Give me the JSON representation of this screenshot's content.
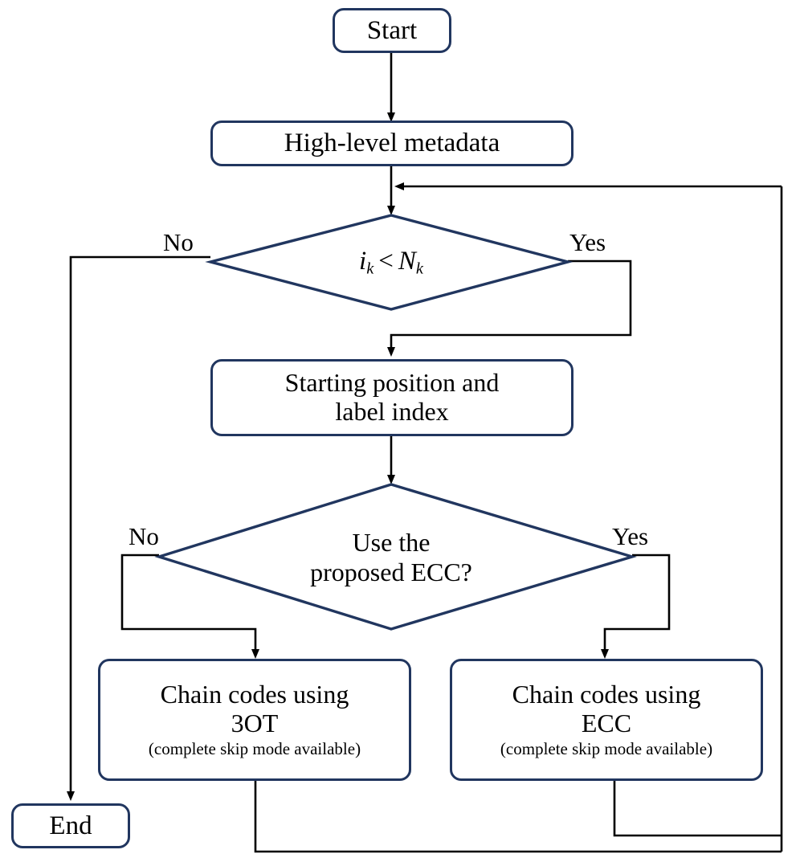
{
  "diagram": {
    "type": "flowchart",
    "title": "Chain code encoding decision flowchart",
    "colors": {
      "node_border": "#21365f",
      "connector": "#000000",
      "background": "#ffffff"
    },
    "nodes": {
      "start": {
        "shape": "rounded-rectangle",
        "label": "Start"
      },
      "metadata": {
        "shape": "rounded-rectangle",
        "label": "High-level metadata"
      },
      "loop_check": {
        "shape": "diamond",
        "math_lhs": "i",
        "math_lhs_sub": "k",
        "math_op": "<",
        "math_rhs": "N",
        "math_rhs_sub": "k",
        "label_plain": "i_k < N_k"
      },
      "starting_position": {
        "shape": "rounded-rectangle",
        "line1": "Starting position and",
        "line2": "label index"
      },
      "ecc_check": {
        "shape": "diamond",
        "line1": "Use the",
        "line2": "proposed ECC?"
      },
      "chain_3ot": {
        "shape": "rounded-rectangle",
        "line1": "Chain codes using",
        "line2": "3OT",
        "note": "(complete skip mode available)"
      },
      "chain_ecc": {
        "shape": "rounded-rectangle",
        "line1": "Chain codes using",
        "line2": "ECC",
        "note": "(complete skip mode available)"
      },
      "end": {
        "shape": "rounded-rectangle",
        "label": "End"
      }
    },
    "edge_labels": {
      "loop_no": "No",
      "loop_yes": "Yes",
      "ecc_no": "No",
      "ecc_yes": "Yes"
    }
  }
}
